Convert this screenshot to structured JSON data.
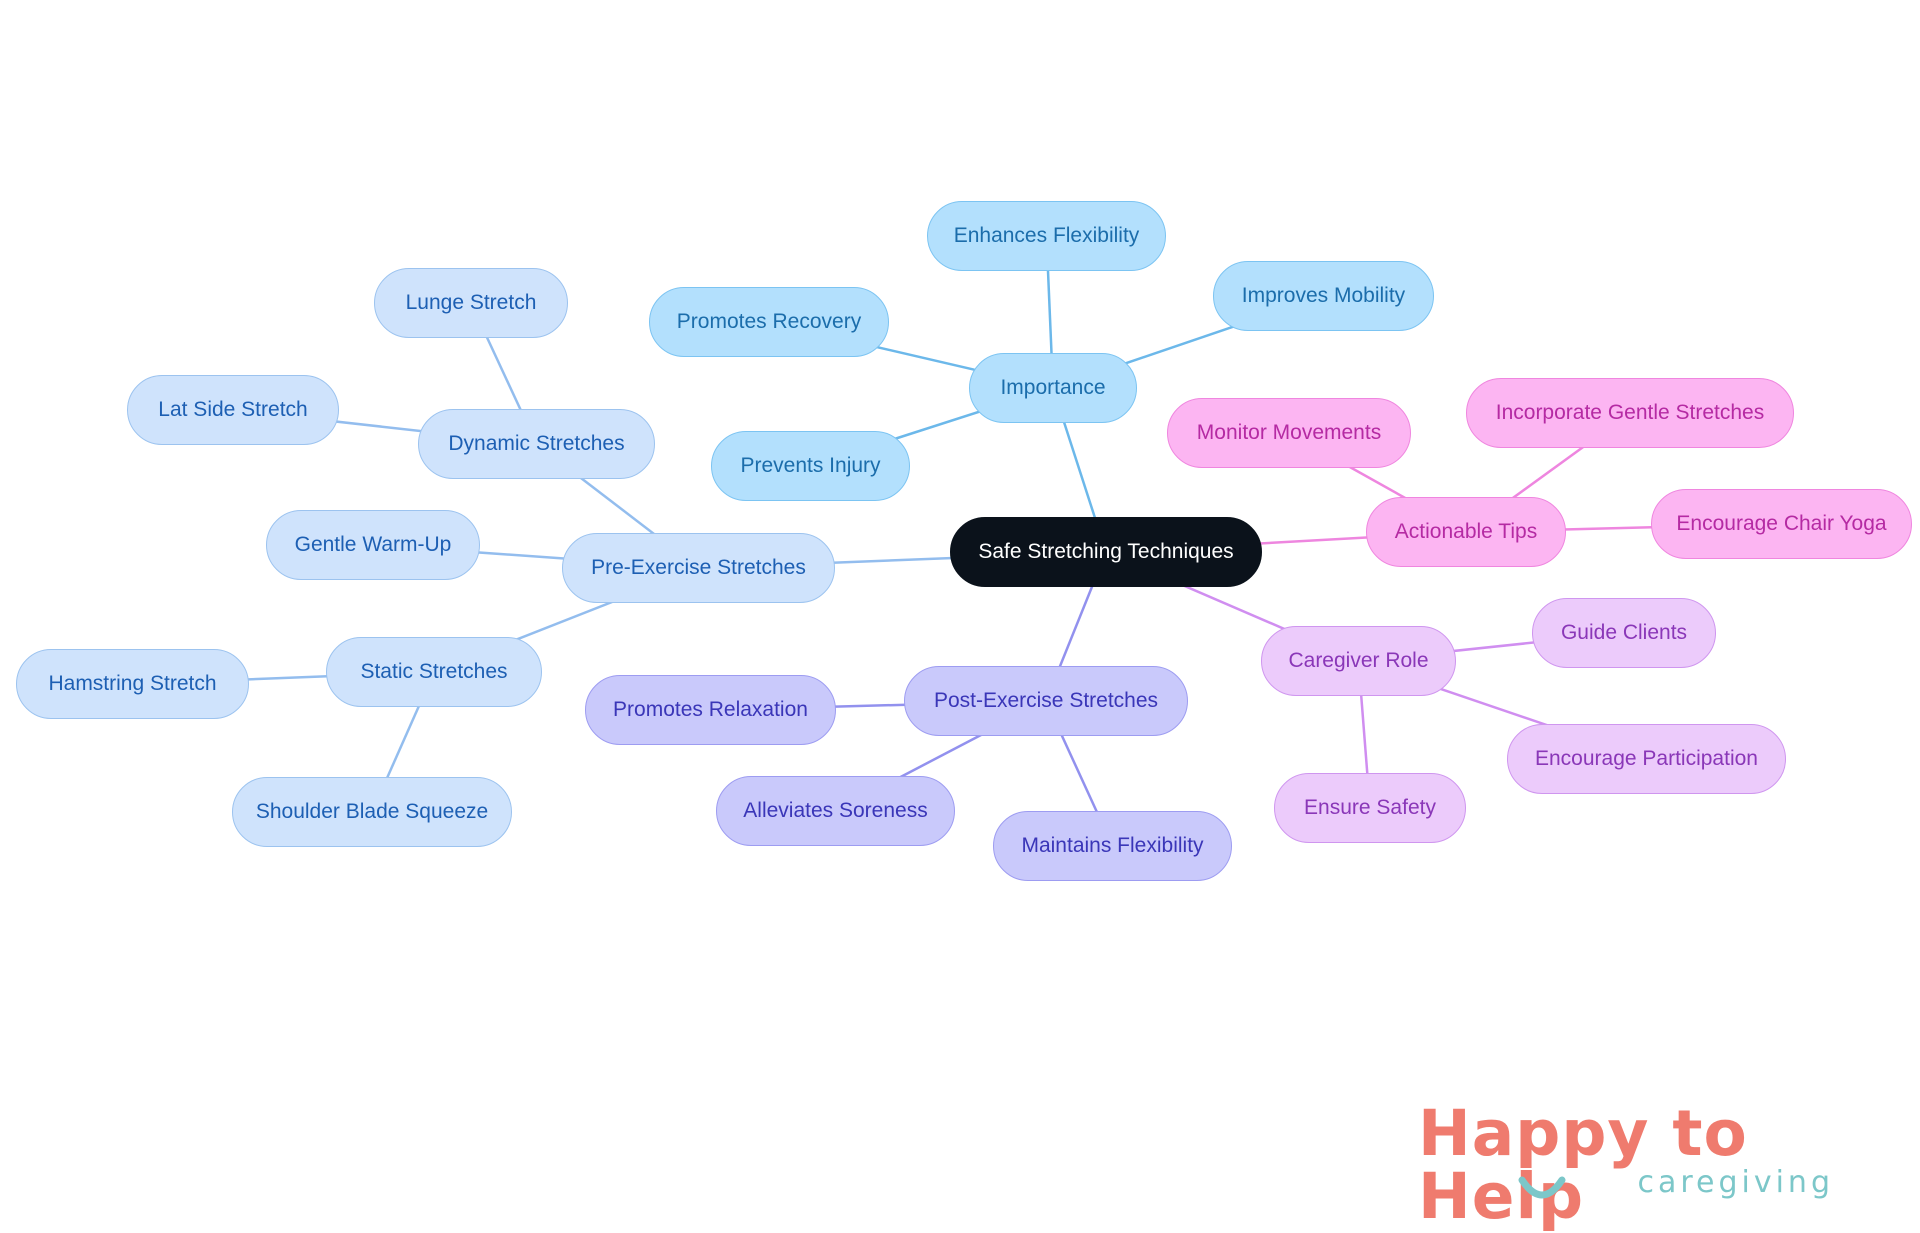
{
  "root": {
    "label": "Safe Stretching Techniques"
  },
  "branches": [
    {
      "id": "importance",
      "label": "Importance",
      "colors": {
        "fill": "#b3e0fd",
        "border": "#7cc4f2",
        "text": "#1b6dab",
        "edge": "#6cb8ea"
      },
      "children": [
        "Enhances Flexibility",
        "Improves Mobility",
        "Promotes Recovery",
        "Prevents Injury"
      ]
    },
    {
      "id": "pre-exercise",
      "label": "Pre-Exercise Stretches",
      "colors": {
        "fill": "#cfe3fc",
        "border": "#9cc3ef",
        "text": "#1d5fb3",
        "edge": "#93bdee"
      },
      "children": [
        {
          "id": "dynamic",
          "label": "Dynamic Stretches",
          "children": [
            "Lunge Stretch",
            "Lat Side Stretch"
          ]
        },
        {
          "label": "Gentle Warm-Up"
        },
        {
          "id": "static",
          "label": "Static Stretches",
          "children": [
            "Hamstring Stretch",
            "Shoulder Blade Squeeze"
          ]
        }
      ]
    },
    {
      "id": "post-exercise",
      "label": "Post-Exercise Stretches",
      "colors": {
        "fill": "#c9c9fb",
        "border": "#9d9cf1",
        "text": "#3a36b8",
        "edge": "#9291ee"
      },
      "children": [
        "Promotes Relaxation",
        "Alleviates Soreness",
        "Maintains Flexibility"
      ]
    },
    {
      "id": "caregiver",
      "label": "Caregiver Role",
      "colors": {
        "fill": "#eccbfb",
        "border": "#cf96ef",
        "text": "#8a37b8",
        "edge": "#d08ef0"
      },
      "children": [
        "Guide Clients",
        "Encourage Participation",
        "Ensure Safety"
      ]
    },
    {
      "id": "tips",
      "label": "Actionable Tips",
      "colors": {
        "fill": "#fcb5f2",
        "border": "#ef86df",
        "text": "#b52aa3",
        "edge": "#ee86df"
      },
      "children": [
        "Monitor Movements",
        "Incorporate Gentle Stretches",
        "Encourage Chair Yoga"
      ]
    }
  ],
  "logo": {
    "brand": "Happy to Help",
    "subtitle": "caregiving",
    "colors": {
      "brand": "#ef7b6e",
      "subtitle": "#7cc7c9"
    }
  }
}
